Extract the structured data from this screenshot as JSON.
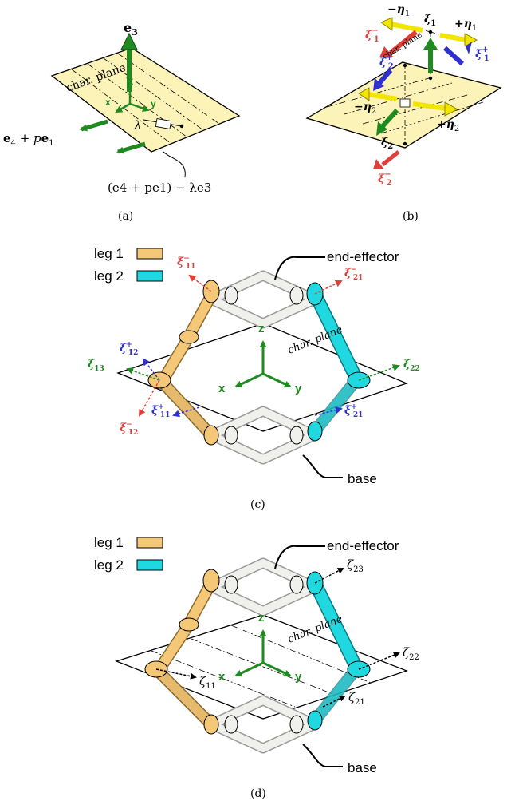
{
  "panels": {
    "a": {
      "caption": "(a)",
      "e3": "e",
      "e3_sub": "3",
      "char_plane": "char. plane",
      "axis_z": "z",
      "axis_x": "x",
      "axis_y": "y",
      "lambda": "λ",
      "e4pe1": "e",
      "e4pe1_sub1": "4",
      "e4pe1_mid": " + p",
      "e4pe1_e": "e",
      "e4pe1_sub2": "1",
      "formula": "(e4 + pe1) − λe3"
    },
    "b": {
      "caption": "(b)",
      "char_plane": "char. plane",
      "minus_eta1": "−η",
      "minus_eta1_sub": "1",
      "xi1": "ξ",
      "xi1_sub": "1",
      "plus_eta1": "+η",
      "plus_eta1_sub": "1",
      "xi1_minus": "ξ",
      "xi1_minus_sup": "−",
      "xi1_minus_sub": "1",
      "xi1_plus": "ξ",
      "xi1_plus_sup": "+",
      "xi1_plus_sub": "1",
      "xi2_plus": "ξ",
      "xi2_plus_sup": "+",
      "xi2_plus_sub": "2",
      "minus_eta2": "−η",
      "minus_eta2_sub": "2",
      "plus_eta2": "+η",
      "plus_eta2_sub": "2",
      "xi2": "ξ",
      "xi2_sub": "2",
      "xi2_minus": "ξ",
      "xi2_minus_sup": "−",
      "xi2_minus_sub": "2"
    },
    "c": {
      "caption": "(c)",
      "leg1": "leg 1",
      "leg2": "leg 2",
      "end_effector": "end-effector",
      "base": "base",
      "char_plane": "char. plane",
      "axis_z": "z",
      "axis_x": "x",
      "axis_y": "y",
      "xi11m": "ξ",
      "xi11m_sup": "−",
      "xi11m_sub": "11",
      "xi21m": "ξ",
      "xi21m_sup": "−",
      "xi21m_sub": "21",
      "xi12p": "ξ",
      "xi12p_sup": "+",
      "xi12p_sub": "12",
      "xi13": "ξ",
      "xi13_sub": "13",
      "xi22": "ξ",
      "xi22_sub": "22",
      "xi11p": "ξ",
      "xi11p_sup": "+",
      "xi11p_sub": "11",
      "xi21p": "ξ",
      "xi21p_sup": "+",
      "xi21p_sub": "21",
      "xi12m": "ξ",
      "xi12m_sup": "−",
      "xi12m_sub": "12"
    },
    "d": {
      "caption": "(d)",
      "leg1": "leg 1",
      "leg2": "leg 2",
      "end_effector": "end-effector",
      "base": "base",
      "char_plane": "char. plane",
      "axis_z": "z",
      "axis_x": "x",
      "axis_y": "y",
      "zeta23": "ζ",
      "zeta23_sub": "23",
      "zeta22": "ζ",
      "zeta22_sub": "22",
      "zeta11": "ζ",
      "zeta11_sub": "11",
      "zeta21": "ζ",
      "zeta21_sub": "21"
    }
  },
  "colors": {
    "plane_fill": "#fbf3b8",
    "green": "#1f8a1f",
    "red": "#e0403a",
    "blue": "#3030d0",
    "yellow": "#f2e600",
    "leg1": "#f5c878",
    "leg2": "#20d8e0",
    "tube": "#f0f0ec"
  }
}
